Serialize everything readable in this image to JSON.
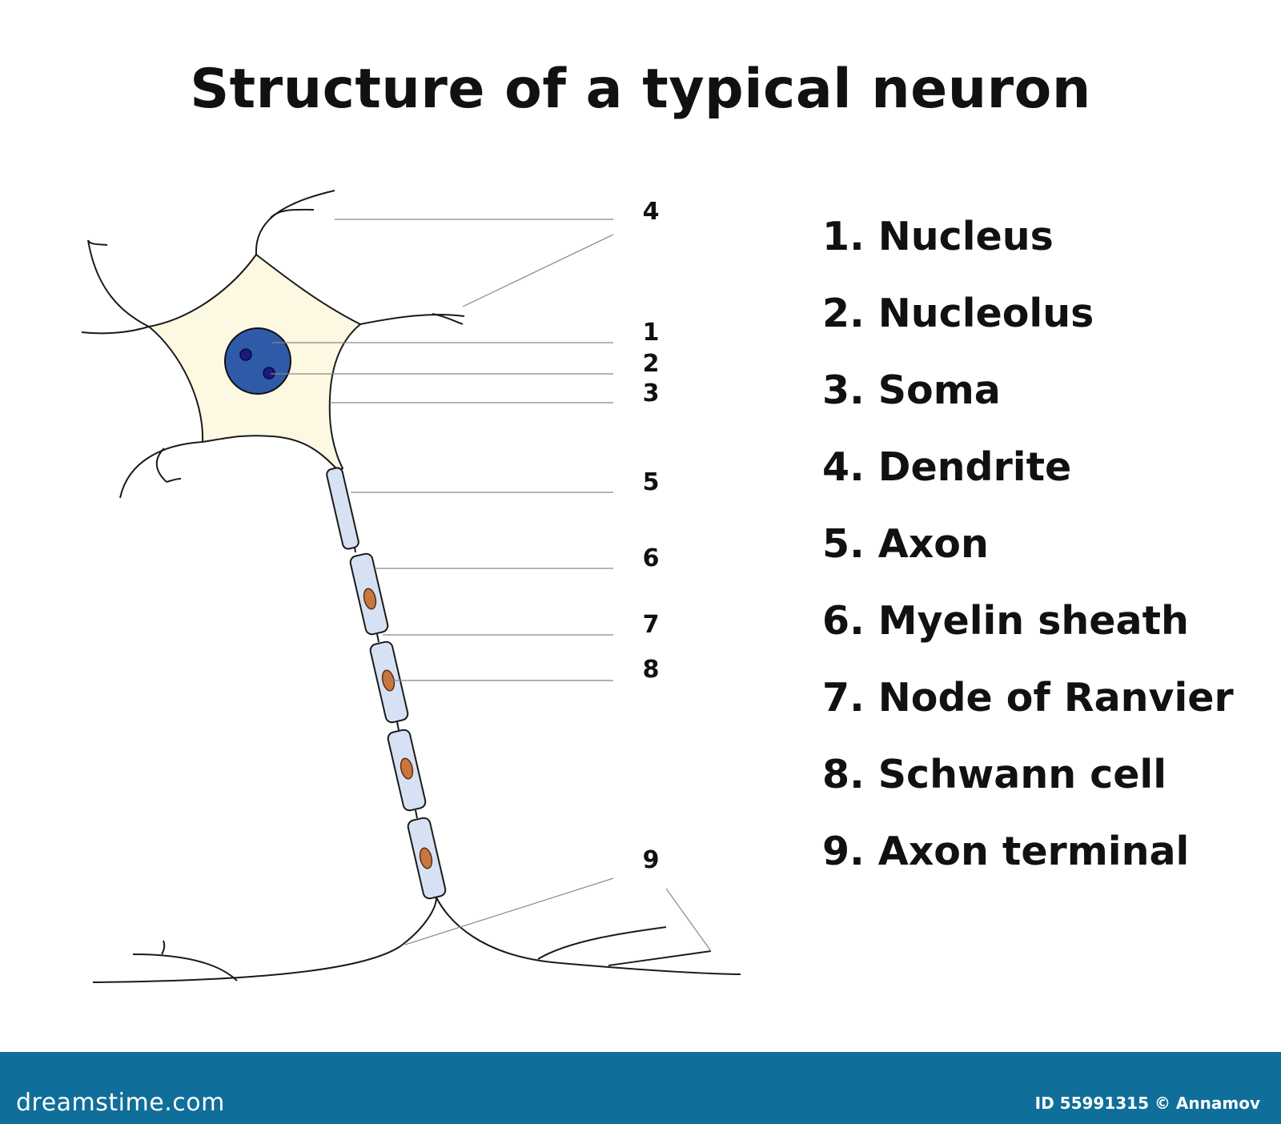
{
  "title": "Structure of a typical neuron",
  "callouts": [
    "4",
    "1",
    "2",
    "3",
    "5",
    "6",
    "7",
    "8",
    "9"
  ],
  "legend": [
    {
      "number": "1.",
      "label": "Nucleus"
    },
    {
      "number": "2.",
      "label": "Nucleolus"
    },
    {
      "number": "3.",
      "label": "Soma"
    },
    {
      "number": "4.",
      "label": "Dendrite"
    },
    {
      "number": "5.",
      "label": "Axon"
    },
    {
      "number": "6.",
      "label": "Myelin sheath"
    },
    {
      "number": "7.",
      "label": "Node of Ranvier"
    },
    {
      "number": "8.",
      "label": "Schwann cell"
    },
    {
      "number": "9.",
      "label": "Axon terminal"
    }
  ],
  "legend_lines": [
    "1. Nucleus",
    "2. Nucleolus",
    "3. Soma",
    "4. Dendrite",
    "5. Axon",
    "6. Myelin sheath",
    "7. Node of Ranvier",
    "8. Schwann cell",
    "9. Axon terminal"
  ],
  "footer": {
    "site": "dreamstime.com",
    "credit": "ID 55991315 © Annamov"
  },
  "colors": {
    "soma_fill": "#fdf8e1",
    "nucleus_fill": "#2e5aa8",
    "nucleolus_fill": "#1a1a7a",
    "sheath_fill": "#d6e2f3",
    "schwann_nucleus": "#c9763f",
    "footer_bg": "#0f6e9a"
  }
}
